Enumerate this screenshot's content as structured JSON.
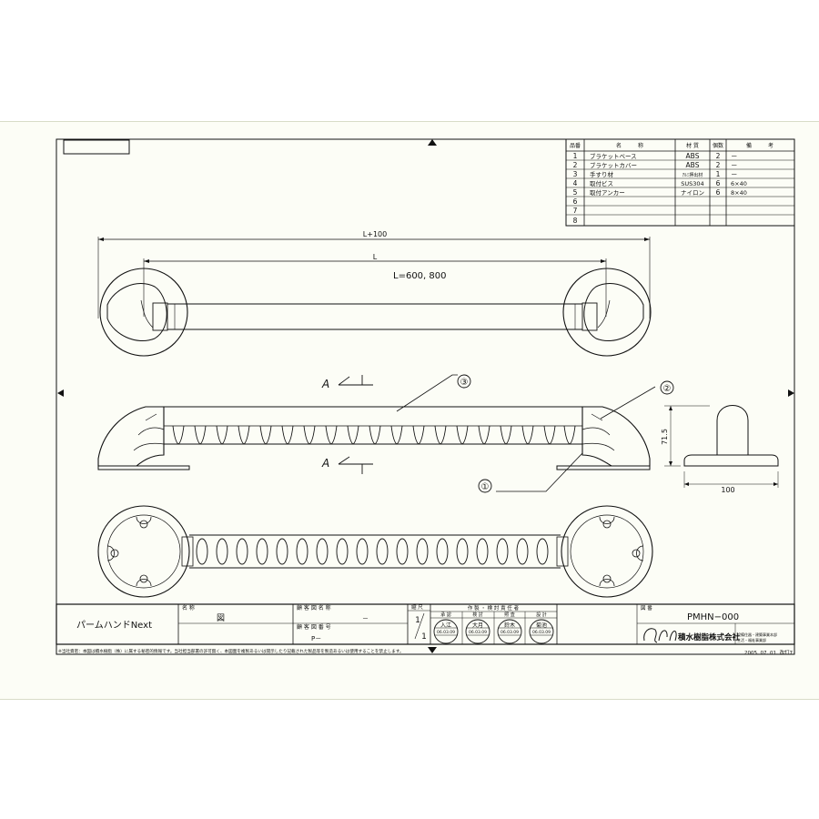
{
  "drawing": {
    "dimensions": {
      "overall": "L+100",
      "length": "L",
      "length_values": "L=600, 800",
      "height": "71.5",
      "depth": "100"
    },
    "section_mark": "A",
    "callouts": [
      "①",
      "②",
      "③"
    ],
    "notice": "※当社資密：本図は積水樹脂（株）に属する秘密的情報です。当社担当部署の許可無く、本図面を複製あるいは開示したり記載された製品等を製造あるいは使用することを禁止します。",
    "revision_date": "2005. 07. 01. 改訂7"
  },
  "parts_table": {
    "headers": [
      "品番",
      "名　　　称",
      "材 質",
      "個数",
      "備　　　考"
    ],
    "rows": [
      {
        "no": "1",
        "name": "ブラケットベース",
        "material": "ABS",
        "qty": "2",
        "note": "－"
      },
      {
        "no": "2",
        "name": "ブラケットカバー",
        "material": "ABS",
        "qty": "2",
        "note": "－"
      },
      {
        "no": "3",
        "name": "手すり材",
        "material": "ｱﾙﾐ押出材",
        "qty": "1",
        "note": "－"
      },
      {
        "no": "4",
        "name": "取付ビス",
        "material": "SUS304",
        "qty": "6",
        "note": "6×40"
      },
      {
        "no": "5",
        "name": "取付アンカー",
        "material": "ナイロン",
        "qty": "6",
        "note": "8×40"
      },
      {
        "no": "6",
        "name": "",
        "material": "",
        "qty": "",
        "note": ""
      },
      {
        "no": "7",
        "name": "",
        "material": "",
        "qty": "",
        "note": ""
      },
      {
        "no": "8",
        "name": "",
        "material": "",
        "qty": "",
        "note": ""
      }
    ]
  },
  "title_block": {
    "product_name": "パームハンドNext",
    "label_name": "名 称",
    "label_drawing": "図",
    "label_customer": "顧 客 図 名 称",
    "customer_value": "－",
    "label_customer_no": "顧 客 図 番 号",
    "customer_no_value": "P－",
    "label_scale": "縮 尺",
    "scale_top": "1",
    "scale_bottom": "1",
    "approval_header": "作 製 ・ 検 討 責 任 者",
    "approval_labels": [
      "承 認",
      "検 討",
      "照 査",
      "設 計"
    ],
    "approval_stamps": [
      {
        "name": "入江",
        "date": "06.03.09"
      },
      {
        "name": "大月",
        "date": "06.03.09"
      },
      {
        "name": "鈴木",
        "date": "06.03.09"
      },
      {
        "name": "菊池",
        "date": "06.03.09"
      }
    ],
    "label_drawing_no": "図 番",
    "drawing_no": "PMHN−000",
    "company": "積水樹脂株式会社",
    "company_logo": "SJC",
    "dept_line1": "設備住器・建築事業本部",
    "dept_line2": "生活・福祉事業部"
  }
}
